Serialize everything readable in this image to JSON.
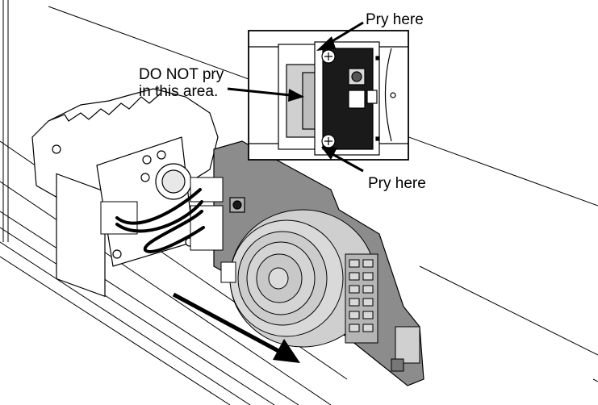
{
  "callouts": {
    "pry_top": "Pry here",
    "pry_bottom": "Pry here",
    "do_not_pry_line1": "DO NOT pry",
    "do_not_pry_line2": "in this area."
  },
  "colors": {
    "line": "#000000",
    "board_gray": "#8c8c8c",
    "panel_gray": "#d9d9d9",
    "dark": "#1a1a1a"
  }
}
